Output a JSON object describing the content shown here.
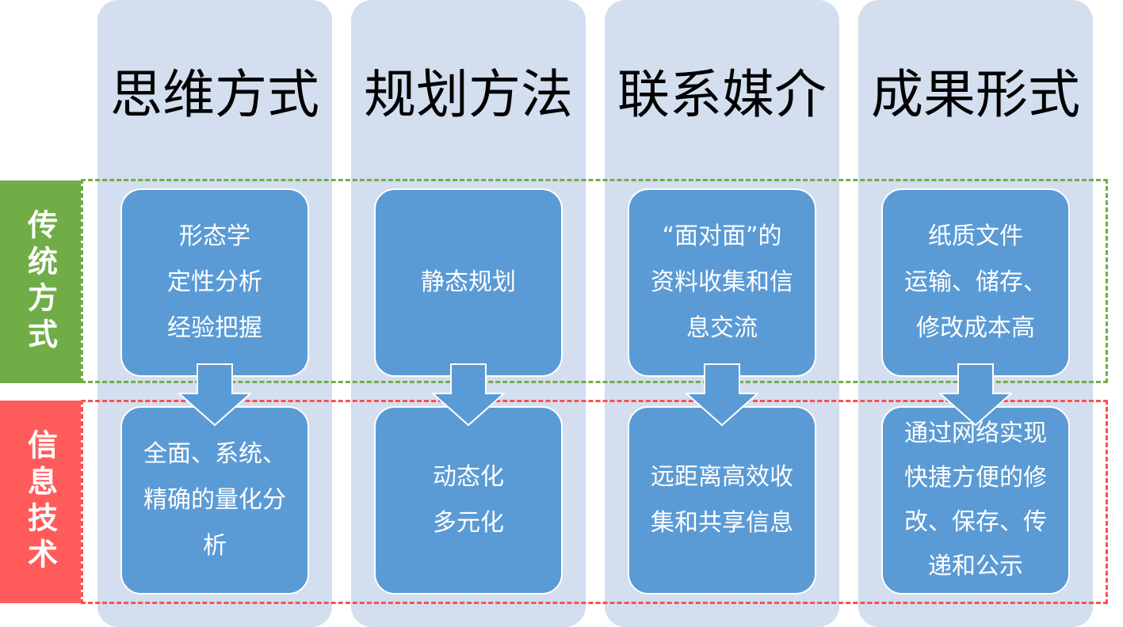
{
  "colors": {
    "column_bg": "#d3deef",
    "box_fill": "#5b9bd5",
    "traditional": "#70ad47",
    "infotech": "#ff5b5b",
    "traditional_dash": "#72ad47",
    "infotech_dash": "#ff4f4f"
  },
  "columns": [
    {
      "title": "思维方式",
      "traditional": [
        "形态学",
        "定性分析",
        "经验把握"
      ],
      "infotech": [
        "全面、系统、",
        "精确的量化分",
        "析"
      ]
    },
    {
      "title": "规划方法",
      "traditional": [
        "静态规划"
      ],
      "infotech": [
        "动态化",
        "多元化"
      ]
    },
    {
      "title": "联系媒介",
      "traditional": [
        "“面对面”的",
        "资料收集和信",
        "息交流"
      ],
      "infotech": [
        "远距离高效收",
        "集和共享信息"
      ]
    },
    {
      "title": "成果形式",
      "traditional": [
        "纸质文件",
        "运输、储存、",
        "修改成本高"
      ],
      "infotech": [
        "通过网络实现",
        "快捷方便的修",
        "改、保存、传",
        "递和公示"
      ]
    }
  ],
  "rows": {
    "traditional": "传统方式",
    "infotech": "信息技术"
  },
  "icons": {
    "arrow": "down-arrow-icon"
  }
}
